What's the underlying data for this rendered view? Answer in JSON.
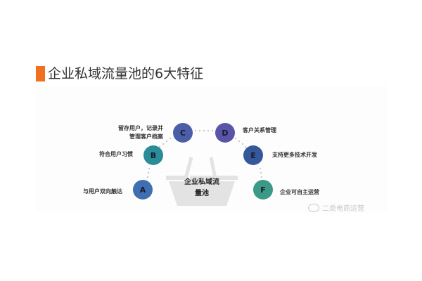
{
  "title": "企业私域流量池的6大特征",
  "colors": {
    "accent": "#f07020",
    "node_a": "#3f6fb0",
    "node_b": "#2a8c99",
    "node_c": "#4a5fa8",
    "node_d": "#5a54a8",
    "node_e": "#34589a",
    "node_f": "#3a9a86",
    "basket": "#e3e3e3"
  },
  "center": {
    "line1": "企业私域流",
    "line2": "量池"
  },
  "nodes": [
    {
      "letter": "A",
      "label": "与用户双向触达"
    },
    {
      "letter": "B",
      "label": "符合用户习惯"
    },
    {
      "letter": "C",
      "label_line1": "留存用户，记录并",
      "label_line2": "管理客户档案"
    },
    {
      "letter": "D",
      "label": "客户关系管理"
    },
    {
      "letter": "E",
      "label": "支持更多技术开发"
    },
    {
      "letter": "F",
      "label": "企业可自主运营"
    }
  ],
  "watermark": "二类电商运营"
}
